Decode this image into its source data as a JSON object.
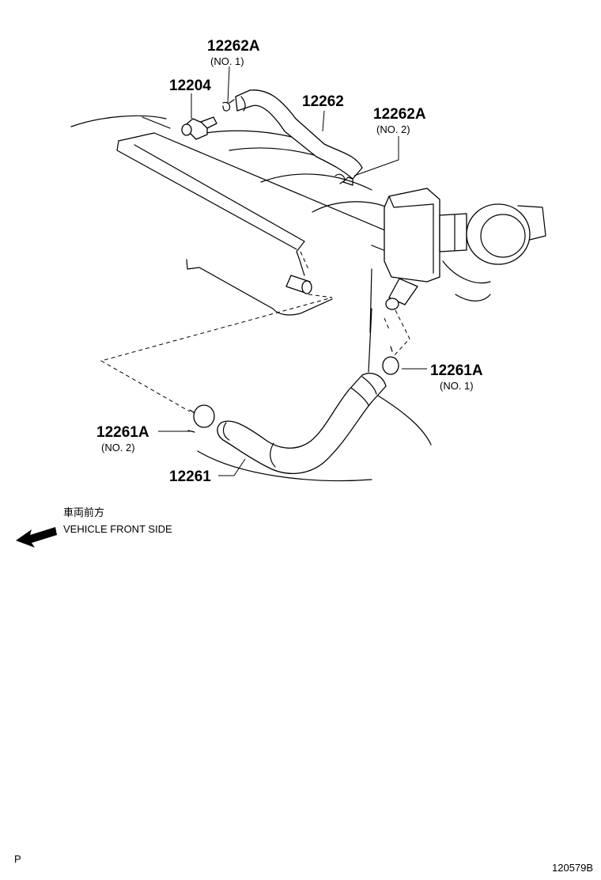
{
  "callouts": {
    "c12262A_1": {
      "part": "12262A",
      "sub": "(NO. 1)"
    },
    "c12204": {
      "part": "12204"
    },
    "c12262": {
      "part": "12262"
    },
    "c12262A_2": {
      "part": "12262A",
      "sub": "(NO. 2)"
    },
    "c12261A_1": {
      "part": "12261A",
      "sub": "(NO. 1)"
    },
    "c12261A_2": {
      "part": "12261A",
      "sub": "(NO. 2)"
    },
    "c12261": {
      "part": "12261"
    }
  },
  "direction": {
    "label_jp": "車両前方",
    "label_en": "VEHICLE FRONT SIDE",
    "icon": "left-arrow-icon"
  },
  "footer": {
    "left_code": "P",
    "figure_number": "120579B"
  }
}
